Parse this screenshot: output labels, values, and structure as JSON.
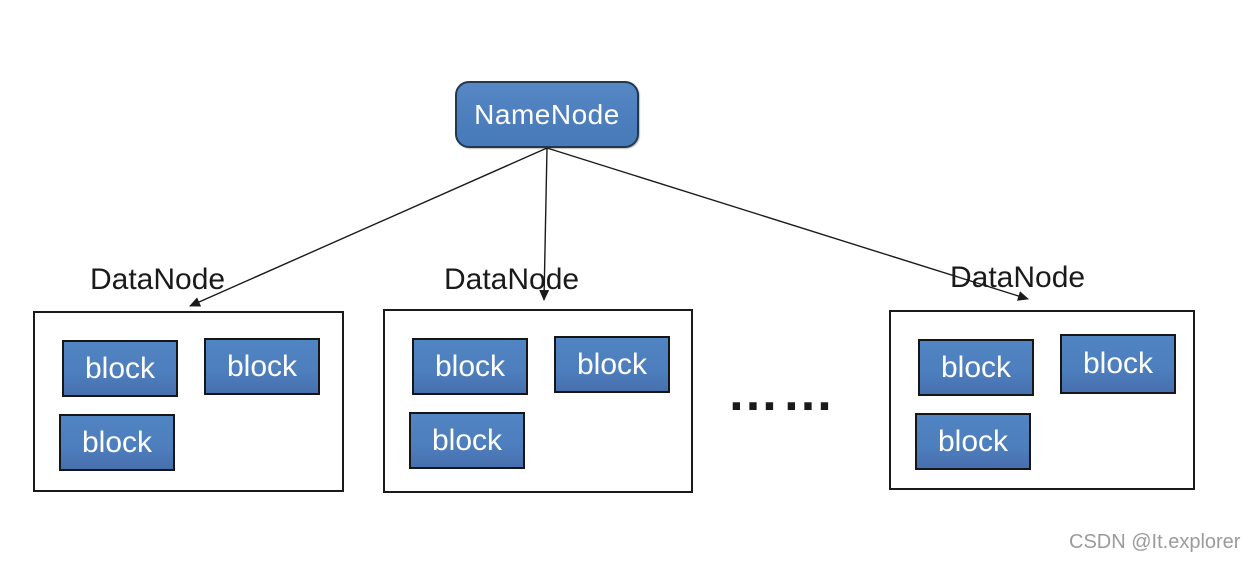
{
  "diagram": {
    "namenode": {
      "label": "NameNode"
    },
    "datanodes": [
      {
        "label": "DataNode",
        "blocks": [
          "block",
          "block",
          "block"
        ]
      },
      {
        "label": "DataNode",
        "blocks": [
          "block",
          "block",
          "block"
        ]
      },
      {
        "label": "DataNode",
        "blocks": [
          "block",
          "block",
          "block"
        ]
      }
    ],
    "ellipsis": "……",
    "watermark": "CSDN @It.explorer",
    "colors": {
      "node_fill": "#4d7ebd",
      "node_border": "#22384f",
      "block_fill": "#4d7ebd",
      "block_border": "#161616",
      "container_border": "#1a1a1a",
      "arrow": "#1a1a1a",
      "label_text": "#1a1a1a",
      "node_text": "#ffffff",
      "watermark_text": "#9b9b9b"
    }
  }
}
